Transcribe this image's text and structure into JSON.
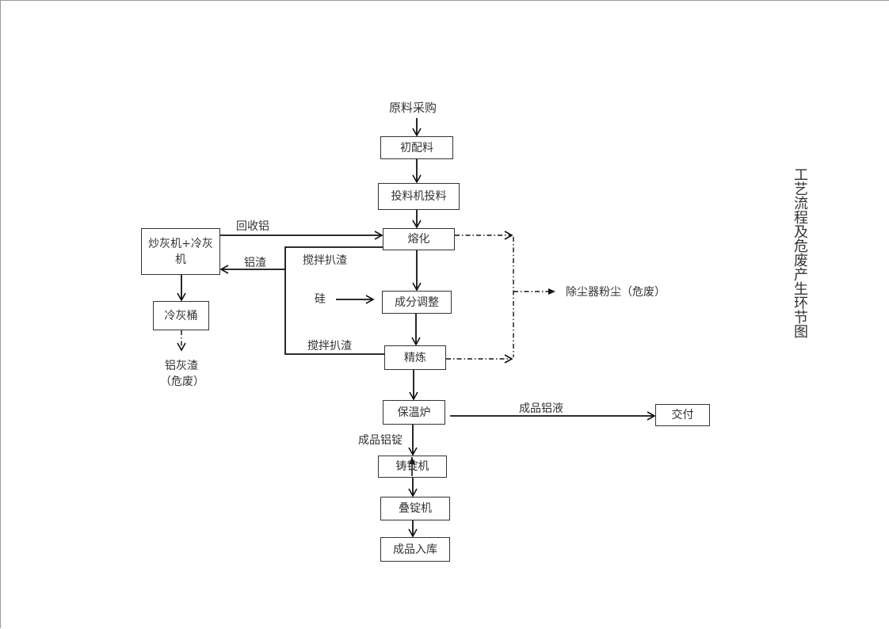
{
  "title": "工艺流程及危废产生环节图",
  "start_label": "原料采购",
  "nodes": {
    "initial_batching": "初配料",
    "feeding": "投料机投料",
    "melting": "熔化",
    "composition": "成分调整",
    "refining": "精炼",
    "holding_furnace": "保温炉",
    "ingot_caster": "铸锭机",
    "ingot_stacker": "叠锭机",
    "warehouse": "成品入库",
    "delivery": "交付",
    "ash_processor": "炒灰机+冷灰机",
    "ash_bucket": "冷灰桶"
  },
  "edge_labels": {
    "recycled_aluminum": "回收铝",
    "aluminum_dross": "铝渣",
    "stir_skim_1": "搅拌扒渣",
    "stir_skim_2": "搅拌扒渣",
    "silicon": "硅",
    "finished_liquid": "成品铝液",
    "finished_ingot": "成品铝锭"
  },
  "hazardous_outputs": {
    "dust": "除尘器粉尘（危废）",
    "ash_line1": "铝灰渣",
    "ash_line2": "（危废）"
  }
}
